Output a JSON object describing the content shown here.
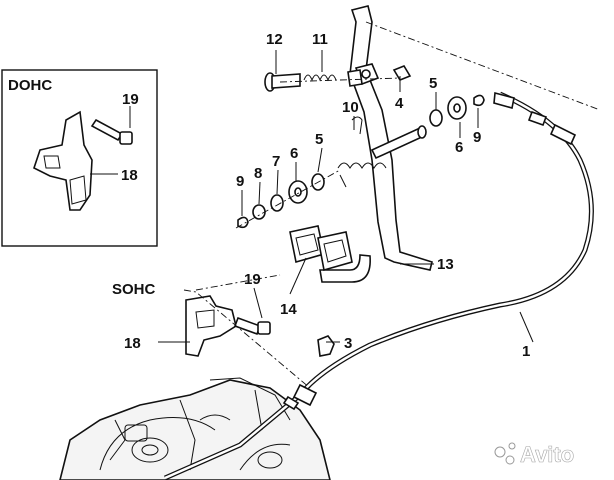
{
  "callouts": {
    "c1": "1",
    "c3": "3",
    "c4": "4",
    "c5a": "5",
    "c5b": "5",
    "c6a": "6",
    "c6b": "6",
    "c7": "7",
    "c8": "8",
    "c9a": "9",
    "c9b": "9",
    "c10": "10",
    "c11": "11",
    "c12": "12",
    "c13": "13",
    "c14": "14",
    "c18a": "18",
    "c18b": "18",
    "c19a": "19",
    "c19b": "19"
  },
  "sections": {
    "dohc": "DOHC",
    "sohc": "SOHC"
  },
  "watermark": {
    "text": "Avito"
  }
}
